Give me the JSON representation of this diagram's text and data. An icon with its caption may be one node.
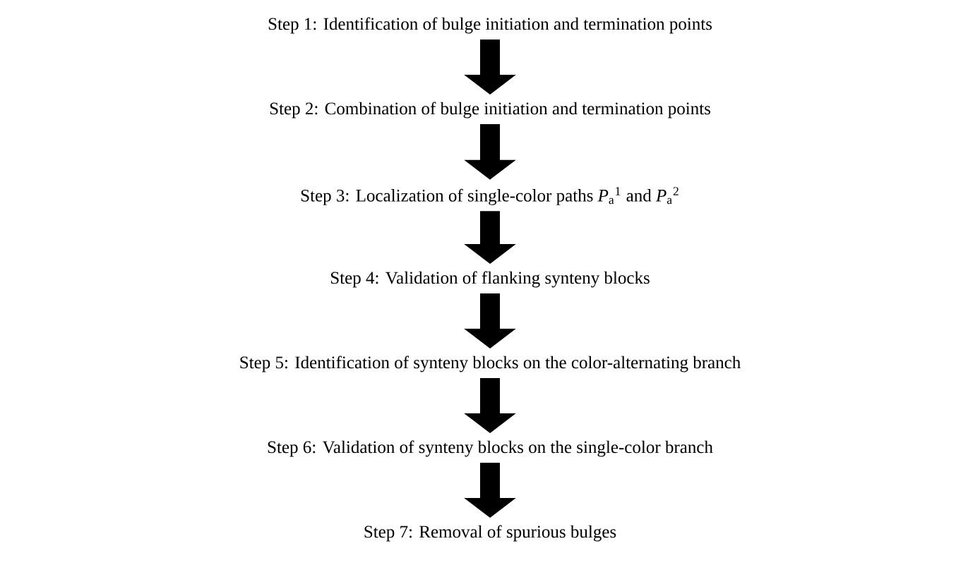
{
  "diagram": {
    "nodes": [
      {
        "text": [
          "Step 1: Identification of bulge initiation and termination points"
        ]
      },
      {
        "text": [
          "Step 2: Combination of bulge initiation and termination points"
        ]
      },
      {
        "text": [
          "Step 3: Localization of single-color paths *P*$_{a}$$^{1}$ and *P*$_{a}$$^{2}$"
        ]
      },
      {
        "text": [
          "Step 4: Validation of flanking synteny blocks"
        ]
      },
      {
        "text": [
          "Step 5: Identification of synteny blocks on the color-alternating branch"
        ]
      },
      {
        "text": [
          "Step 6: Validation of synteny blocks on the single-color branch"
        ]
      },
      {
        "text": [
          "Step 7: Removal of spurious bulges"
        ]
      }
    ],
    "edges": [
      {
        "from": 0,
        "to": 1,
        "arrow": "to"
      },
      {
        "from": 1,
        "to": 2,
        "arrow": "to"
      },
      {
        "from": 2,
        "to": 3,
        "arrow": "to"
      },
      {
        "from": 3,
        "to": 4,
        "arrow": "to"
      },
      {
        "from": 4,
        "to": 5,
        "arrow": "to"
      },
      {
        "from": 5,
        "to": 6,
        "arrow": "to"
      }
    ]
  }
}
